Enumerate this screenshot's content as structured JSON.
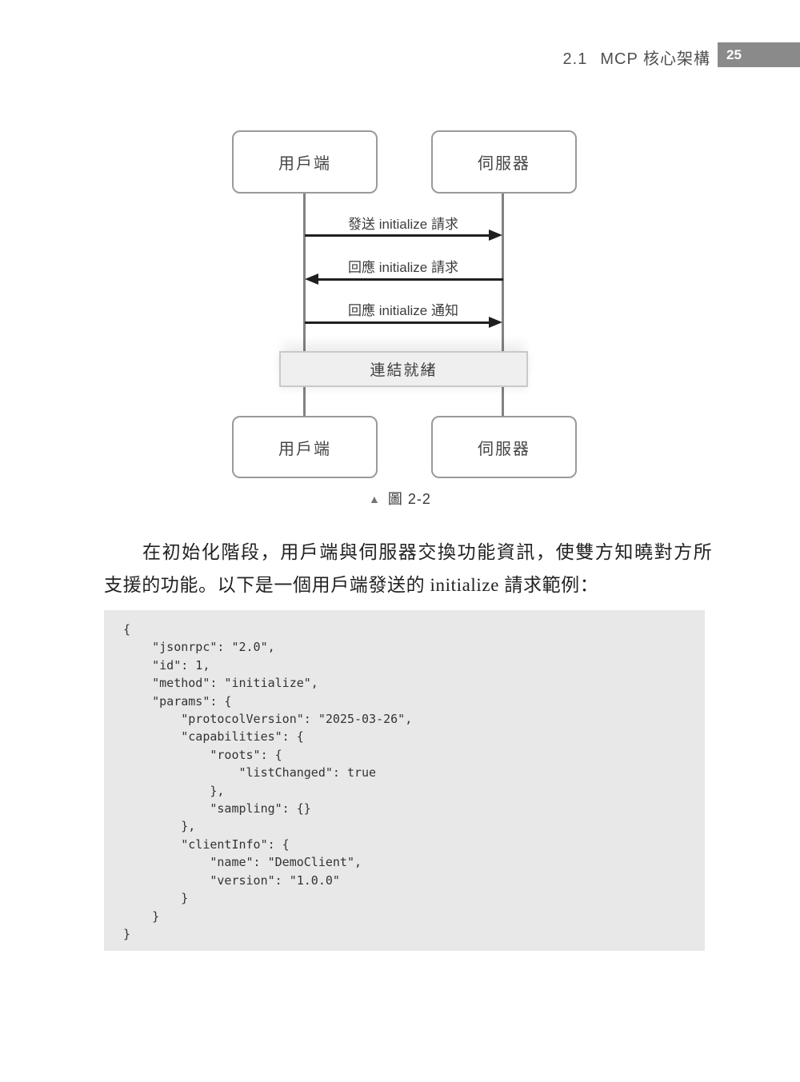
{
  "page": {
    "section_number": "2.1",
    "section_title": "MCP 核心架構",
    "page_number": "25"
  },
  "diagram": {
    "top_actors": [
      {
        "label": "用戶端"
      },
      {
        "label": "伺服器"
      }
    ],
    "bottom_actors": [
      {
        "label": "用戶端"
      },
      {
        "label": "伺服器"
      }
    ],
    "messages": [
      {
        "label": "發送 initialize 請求",
        "direction": "right"
      },
      {
        "label": "回應 initialize 請求",
        "direction": "left"
      },
      {
        "label": "回應 initialize 通知",
        "direction": "right"
      }
    ],
    "ready_label": "連結就緒",
    "caption_marker": "▲",
    "caption_text": "圖 2-2"
  },
  "paragraph": {
    "lines": [
      "在初始化階段，用戶端與伺服器交換功能資訊，使雙方知曉對方所",
      "支援的功能。以下是一個用戶端發送的 initialize 請求範例："
    ]
  },
  "code_block": {
    "lines": [
      "{",
      "    \"jsonrpc\": \"2.0\",",
      "    \"id\": 1,",
      "    \"method\": \"initialize\",",
      "    \"params\": {",
      "        \"protocolVersion\": \"2025-03-26\",",
      "        \"capabilities\": {",
      "            \"roots\": {",
      "                \"listChanged\": true",
      "            },",
      "            \"sampling\": {}",
      "        },",
      "        \"clientInfo\": {",
      "            \"name\": \"DemoClient\",",
      "            \"version\": \"1.0.0\"",
      "        }",
      "    }",
      "}"
    ]
  },
  "colors": {
    "page_badge_bg": "#8a8a8a",
    "code_background": "#e8e8e8",
    "box_border": "#9a9a9a",
    "ready_box_bg": "#efefef",
    "arrow": "#1f1f1f"
  }
}
